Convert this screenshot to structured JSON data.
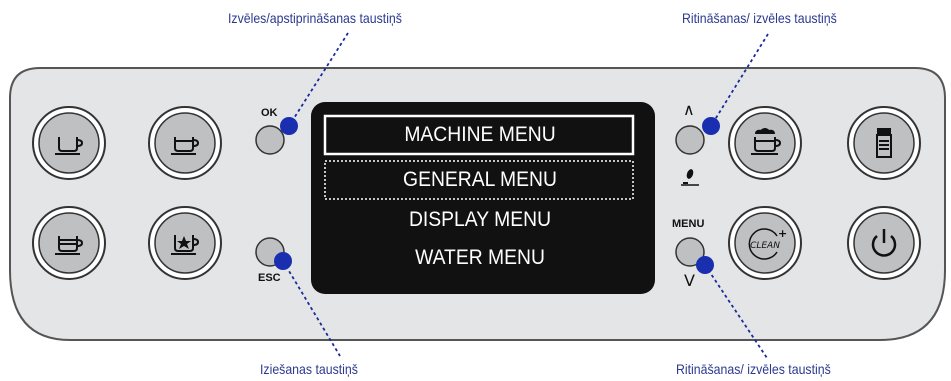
{
  "callouts": {
    "ok_top": "Izvēles/apstiprināšanas taustiņš",
    "scroll_top": "Ritināšanas/ izvēles taustiņš",
    "esc_bottom": "Iziešanas taustiņš",
    "scroll_bottom": "Ritināšanas/ izvēles taustiņš"
  },
  "panel_labels": {
    "ok": "OK",
    "esc": "ESC",
    "menu": "MENU",
    "up": "∧",
    "down": "V",
    "clean": "CLEAN"
  },
  "screen": {
    "items": [
      "MACHINE MENU",
      "GENERAL MENU",
      "DISPLAY MENU",
      "WATER MENU"
    ]
  },
  "icons": {
    "left_buttons": [
      "cup-small-icon",
      "cup-medium-icon",
      "cup-large-icon",
      "cup-star-icon"
    ],
    "right_buttons": [
      "cappuccino-icon",
      "milk-carafe-icon",
      "clean-icon",
      "power-icon"
    ],
    "aroma": "coffee-bean-aroma-icon"
  },
  "colors": {
    "panel": "#e4e5e6",
    "panel_border": "#555555",
    "display": "#111111",
    "callout_line": "#1a2a9c",
    "dot": "#1a2fb0",
    "button_fill": "#bfc0c2"
  }
}
